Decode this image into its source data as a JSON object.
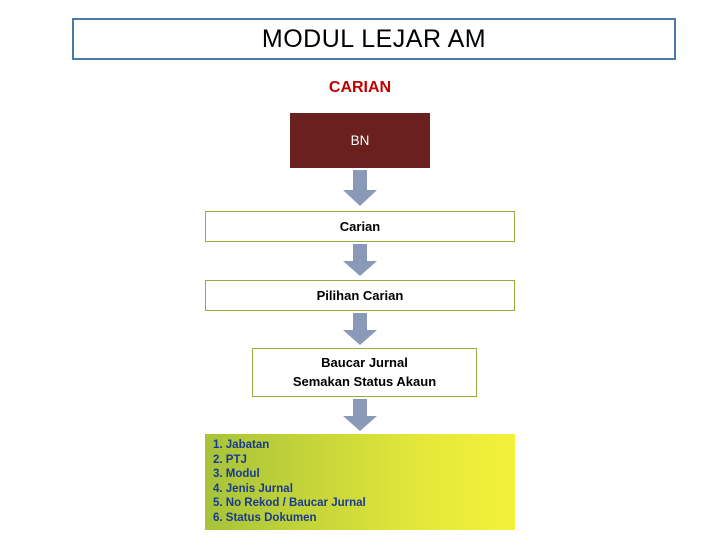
{
  "title": {
    "text": "MODUL LEJAR AM"
  },
  "heading": {
    "text": "CARIAN"
  },
  "flow": {
    "bn": "BN",
    "carian": "Carian",
    "pilihan_carian": "Pilihan Carian",
    "baucar_line1": "Baucar Jurnal",
    "baucar_line2": "Semakan Status Akaun"
  },
  "list": {
    "items": [
      "1. Jabatan",
      "2. PTJ",
      "3. Modul",
      "4. Jenis Jurnal",
      "5. No Rekod / Baucar Jurnal",
      "6. Status Dokumen"
    ]
  },
  "colors": {
    "title_border": "#4a7ba6",
    "heading_red": "#c00000",
    "box_dark_red": "#6b2020",
    "box_border_olive": "#9aaa3c",
    "arrow_fill": "#8b99b8",
    "list_text_blue": "#1a3a8f"
  }
}
